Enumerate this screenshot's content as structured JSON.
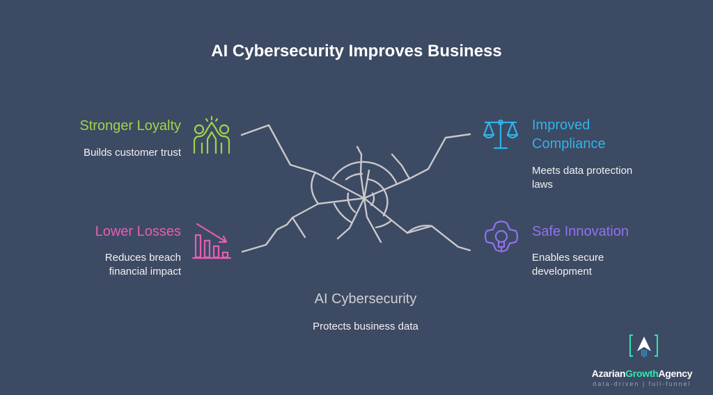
{
  "title": "AI Cybersecurity Improves Business",
  "center": {
    "label": "AI Cybersecurity",
    "description": "Protects business data"
  },
  "items": [
    {
      "heading": "Stronger Loyalty",
      "description": "Builds customer trust",
      "icon": "high-five-icon",
      "color": "#9fd54a"
    },
    {
      "heading": "Lower Losses",
      "description": "Reduces breach financial impact",
      "description_lines": [
        "Reduces breach",
        "financial impact"
      ],
      "icon": "declining-bar-chart-icon",
      "color": "#e65fb4"
    },
    {
      "heading_lines": [
        "Improved",
        "Compliance"
      ],
      "heading": "Improved Compliance",
      "description_lines": [
        "Meets data protection",
        "laws"
      ],
      "icon": "scales-icon",
      "color": "#2fb4ea"
    },
    {
      "heading": "Safe Innovation",
      "description_lines": [
        "Enables secure",
        "development"
      ],
      "icon": "gear-lightbulb-icon",
      "color": "#8f73f0"
    }
  ],
  "logo": {
    "name_part1": "Azarian",
    "name_part2": "Growth",
    "name_part3": "Agency",
    "tagline": "data-driven | full-funnel",
    "accent": "#2ee6b0"
  }
}
